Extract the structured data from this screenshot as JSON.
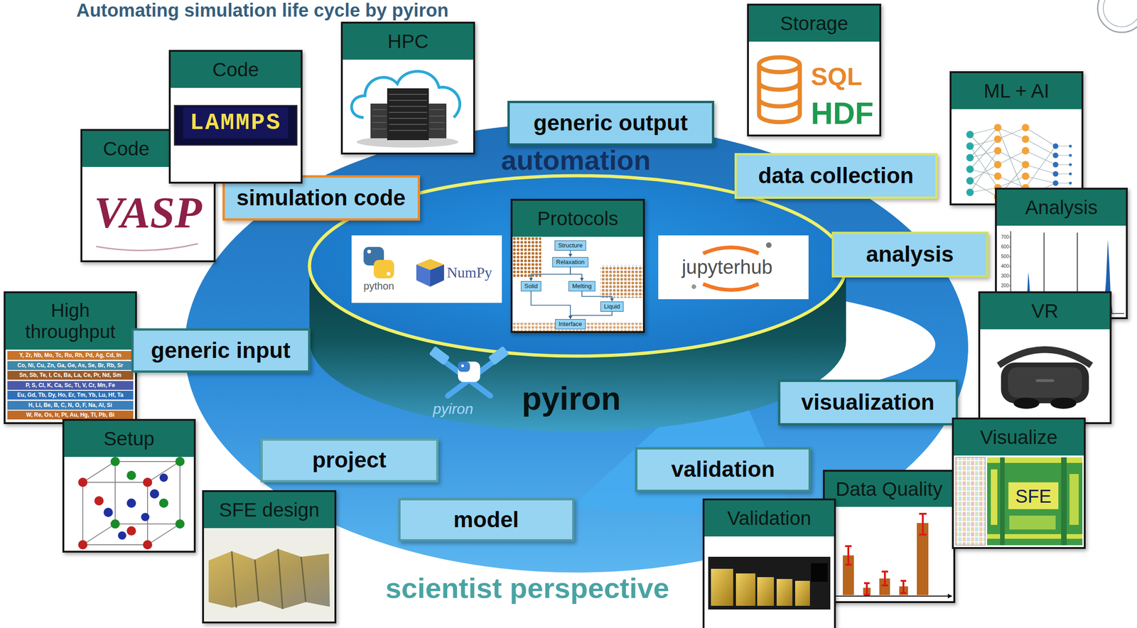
{
  "diagram": {
    "title": "Automating simulation life cycle by pyiron",
    "nodes": [
      {
        "text": [
          "simulation code"
        ]
      },
      {
        "text": [
          "Code",
          "VASP"
        ]
      },
      {
        "text": [
          "Code",
          "LAMMPS"
        ]
      },
      {
        "text": [
          "HPC"
        ]
      },
      {
        "text": [
          "generic output"
        ]
      },
      {
        "text": [
          "Storage",
          "SQL",
          "HDF"
        ]
      },
      {
        "text": [
          "ML + AI"
        ]
      },
      {
        "text": [
          "data collection"
        ]
      },
      {
        "text": [
          "Analysis"
        ]
      },
      {
        "text": [
          "analysis"
        ]
      },
      {
        "text": [
          "VR"
        ]
      },
      {
        "text": [
          "visualization"
        ]
      },
      {
        "text": [
          "validation"
        ]
      },
      {
        "text": [
          "Data Quality"
        ]
      },
      {
        "text": [
          "Validation"
        ]
      },
      {
        "text": [
          "Visualize",
          "SFE"
        ]
      },
      {
        "text": [
          "model"
        ]
      },
      {
        "text": [
          "SFE design"
        ]
      },
      {
        "text": [
          "project"
        ]
      },
      {
        "text": [
          "High throughput"
        ]
      },
      {
        "text": [
          "generic input"
        ]
      },
      {
        "text": [
          "Setup"
        ]
      },
      {
        "text": [
          "Protocols"
        ]
      },
      {
        "text": [
          "Structure"
        ],
        "in": 22
      },
      {
        "text": [
          "Relaxation"
        ],
        "in": 22
      },
      {
        "text": [
          "Solid"
        ],
        "in": 22
      },
      {
        "text": [
          "Melting"
        ],
        "in": 22
      },
      {
        "text": [
          "Liquid"
        ],
        "in": 22
      },
      {
        "text": [
          "Interface"
        ],
        "in": 22
      }
    ],
    "edges": [
      {
        "from": 23,
        "to": 24,
        "arrow": "to"
      },
      {
        "from": 24,
        "to": 25,
        "arrow": "to"
      },
      {
        "from": 24,
        "to": 26,
        "arrow": "to"
      },
      {
        "from": 26,
        "to": 27,
        "arrow": "to"
      },
      {
        "from": 27,
        "to": 28,
        "arrow": "to"
      },
      {
        "from": 25,
        "to": 28,
        "arrow": "to"
      }
    ],
    "labels": [
      "automation",
      "pyiron",
      "scientist perspective",
      "python",
      "NumPy",
      "jupyterhub",
      "pyiron",
      "Y, Zr, Nb, Mo, Tc, Ru, Rh, Pd, Ag, Cd, In",
      "Co, Ni, Cu, Zn, Ga, Ge, As, Se, Br, Rb, Sr",
      "Sn, Sb, Te, I, Cs, Ba, La, Ce, Pr, Nd, Sm",
      "P, S, Cl, K, Ca, Sc, Ti, V, Cr, Mn, Fe",
      "Eu, Gd, Tb, Dy, Ho, Er, Tm, Yb, Lu, Hf, Ta",
      "H, Li, Be, B, C, N, O, F, Na, Al, Si",
      "W, Re, Os, Ir, Pt, Au, Hg, Tl, Pb, Bi",
      "700",
      "600",
      "500",
      "400",
      "300",
      "200"
    ]
  }
}
